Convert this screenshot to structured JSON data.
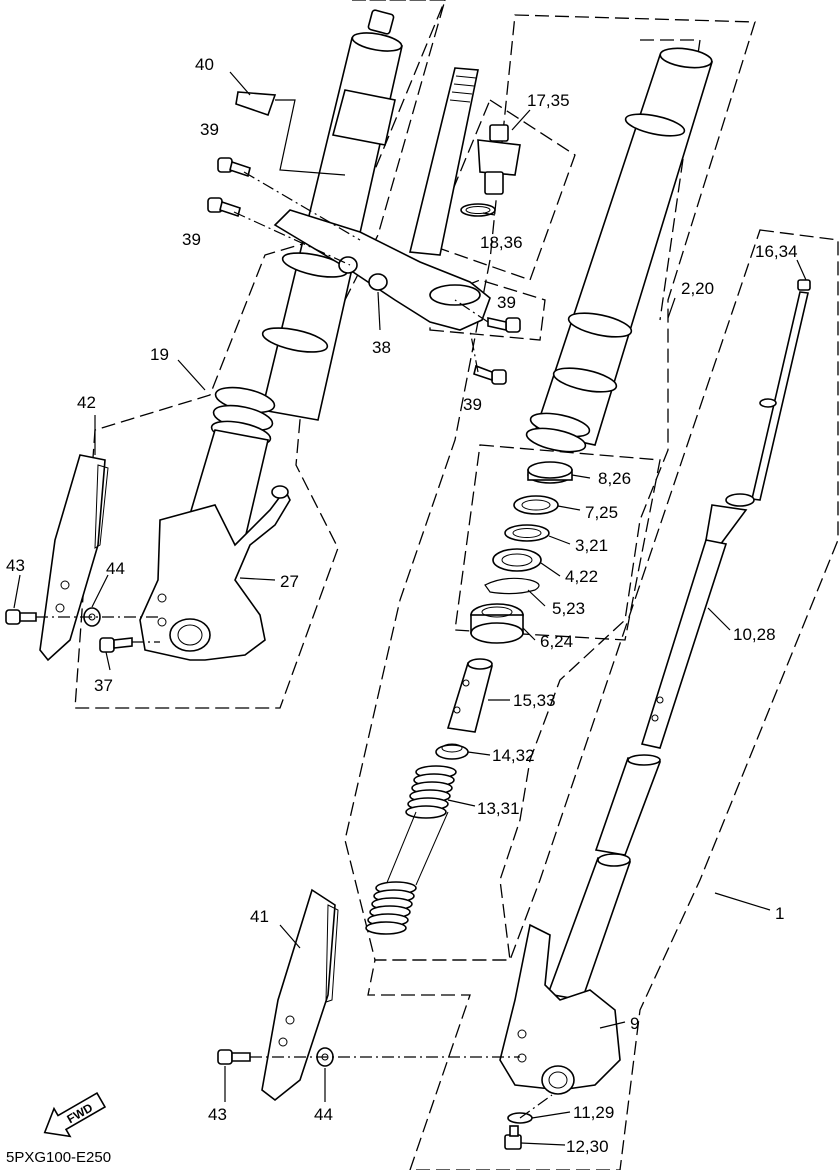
{
  "diagram": {
    "drawing_code": "5PXG100-E250",
    "direction_badge": "FWD",
    "callouts": {
      "c1": "1",
      "c2_20": "2,20",
      "c3_21": "3,21",
      "c4_22": "4,22",
      "c5_23": "5,23",
      "c6_24": "6,24",
      "c7_25": "7,25",
      "c8_26": "8,26",
      "c9": "9",
      "c10_28": "10,28",
      "c11_29": "11,29",
      "c12_30": "12,30",
      "c13_31": "13,31",
      "c14_32": "14,32",
      "c15_33": "15,33",
      "c16_34": "16,34",
      "c17_35": "17,35",
      "c18_36": "18,36",
      "c19": "19",
      "c27": "27",
      "c37": "37",
      "c38": "38",
      "c39_a": "39",
      "c39_b": "39",
      "c39_c": "39",
      "c39_d": "39",
      "c40": "40",
      "c41": "41",
      "c42": "42",
      "c43_a": "43",
      "c43_b": "43",
      "c44_a": "44",
      "c44_b": "44"
    }
  }
}
